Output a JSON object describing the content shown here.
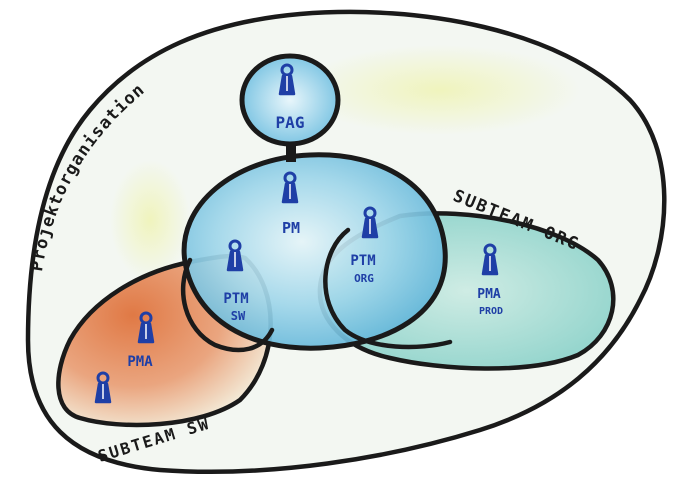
{
  "diagram": {
    "outer_label": "Projektorganisation",
    "subteam_org_label": "SUBTEAM ORG",
    "subteam_sw_label": "SUBTEAM SW",
    "nodes": {
      "pag": "PAG",
      "pm": "PM",
      "ptm_sw_line1": "PTM",
      "ptm_sw_line2": "SW",
      "ptm_org_line1": "PTM",
      "ptm_org_line2": "ORG",
      "pma_prod_line1": "PMA",
      "pma_prod_line2": "PROD",
      "pma": "PMA"
    },
    "colors": {
      "outline": "#1a1a1a",
      "ink": "#1f3fa6",
      "blue_fill": "#8ccfe6",
      "teal_fill": "#a9dfd9",
      "orange_fill": "#e98f5f",
      "pale_fill": "#f2f6f1",
      "yellow_tint": "#eef3c4"
    }
  }
}
